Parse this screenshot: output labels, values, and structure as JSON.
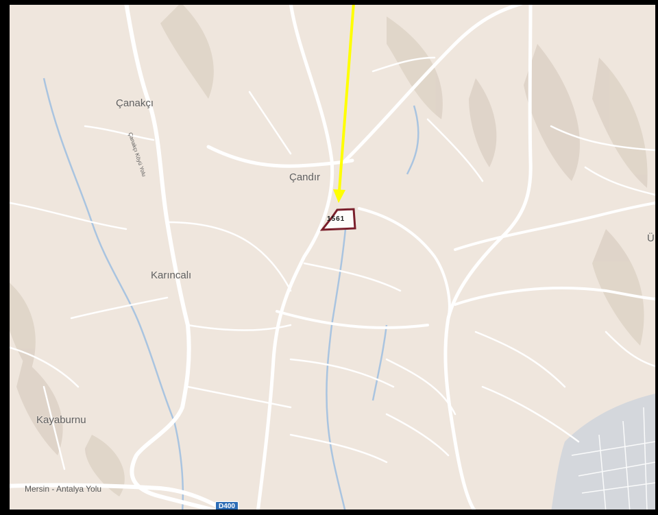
{
  "map": {
    "places": {
      "canakci": "Çanakçı",
      "candir": "Çandır",
      "karincali": "Karıncalı",
      "kayaburnu": "Kayaburnu",
      "edge_label": "Ü"
    },
    "roads": {
      "mersin_antalya": "Mersin - Antalya Yolu",
      "vertical_road": "Çanakçı Köyü Yolu",
      "route_shield": "D400"
    },
    "parcel": {
      "number": "1561",
      "outline_color": "#7a1f2b",
      "fill_color": "#ffffff"
    },
    "marker": {
      "arrow_color": "#ffff00"
    },
    "colors": {
      "land": "#efe6dd",
      "road": "#ffffff",
      "river": "#a9c4e0",
      "terrain": "#d9cfc5",
      "urban": "#cfd3d8",
      "frame": "#000000"
    }
  }
}
